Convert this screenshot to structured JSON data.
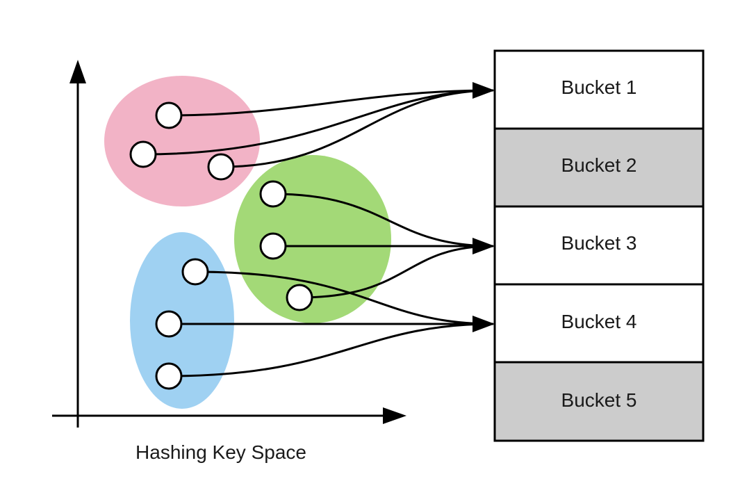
{
  "diagram": {
    "axis_label": "Hashing Key Space",
    "buckets": [
      {
        "label": "Bucket 1",
        "fill": "#ffffff"
      },
      {
        "label": "Bucket 2",
        "fill": "#cccccc"
      },
      {
        "label": "Bucket 3",
        "fill": "#ffffff"
      },
      {
        "label": "Bucket 4",
        "fill": "#ffffff"
      },
      {
        "label": "Bucket 5",
        "fill": "#cccccc"
      }
    ],
    "clusters": [
      {
        "color": "#f2b3c6",
        "maps_to": "Bucket 1",
        "key_count": 3
      },
      {
        "color": "#a3d977",
        "maps_to": "Bucket 3",
        "key_count": 3
      },
      {
        "color": "#9fd1f2",
        "maps_to": "Bucket 4",
        "key_count": 3
      }
    ]
  }
}
